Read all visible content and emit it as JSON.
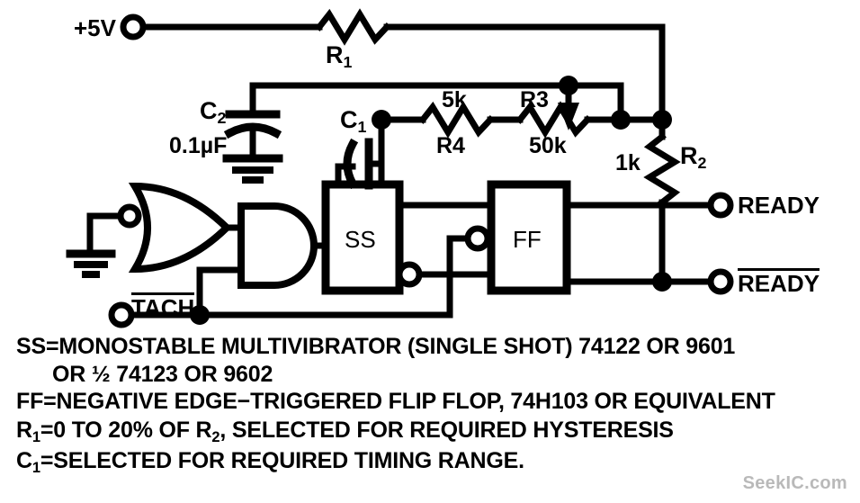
{
  "diagram": {
    "title_alt": "Tachometer ready / not-ready comparator circuit",
    "line_color": "#000000",
    "background": "#ffffff"
  },
  "terminals": {
    "supply": "+5V",
    "tach": "TACH",
    "ready": "READY",
    "ready_not": "READY"
  },
  "components": {
    "r1": {
      "ref": "R",
      "sub": "1"
    },
    "r2": {
      "ref": "R",
      "sub": "2",
      "value": "1k"
    },
    "r3": {
      "ref": "R3",
      "value": "50k"
    },
    "r4": {
      "ref": "R4",
      "value": "5k"
    },
    "c1": {
      "ref": "C",
      "sub": "1"
    },
    "c2": {
      "ref": "C",
      "sub": "2",
      "value": "0.1µF"
    },
    "ss": {
      "label": "SS"
    },
    "ff": {
      "label": "FF"
    }
  },
  "notes": [
    "SS=MONOSTABLE MULTIVIBRATOR (SINGLE SHOT) 74122 OR 9601",
    "OR ½ 74123 OR 9602",
    "FF=NEGATIVE EDGE−TRIGGERED FLIP FLOP, 74H103 OR EQUIVALENT"
  ],
  "notes_rich": {
    "r1_line": {
      "pre": "R",
      "sub1": "1",
      "mid": "=0 TO 20% OF R",
      "sub2": "2",
      "post": ", SELECTED FOR REQUIRED HYSTERESIS"
    },
    "c1_line": {
      "pre": "C",
      "sub1": "1",
      "post": "=SELECTED FOR REQUIRED TIMING RANGE."
    }
  },
  "watermark": "SeekIC.com"
}
